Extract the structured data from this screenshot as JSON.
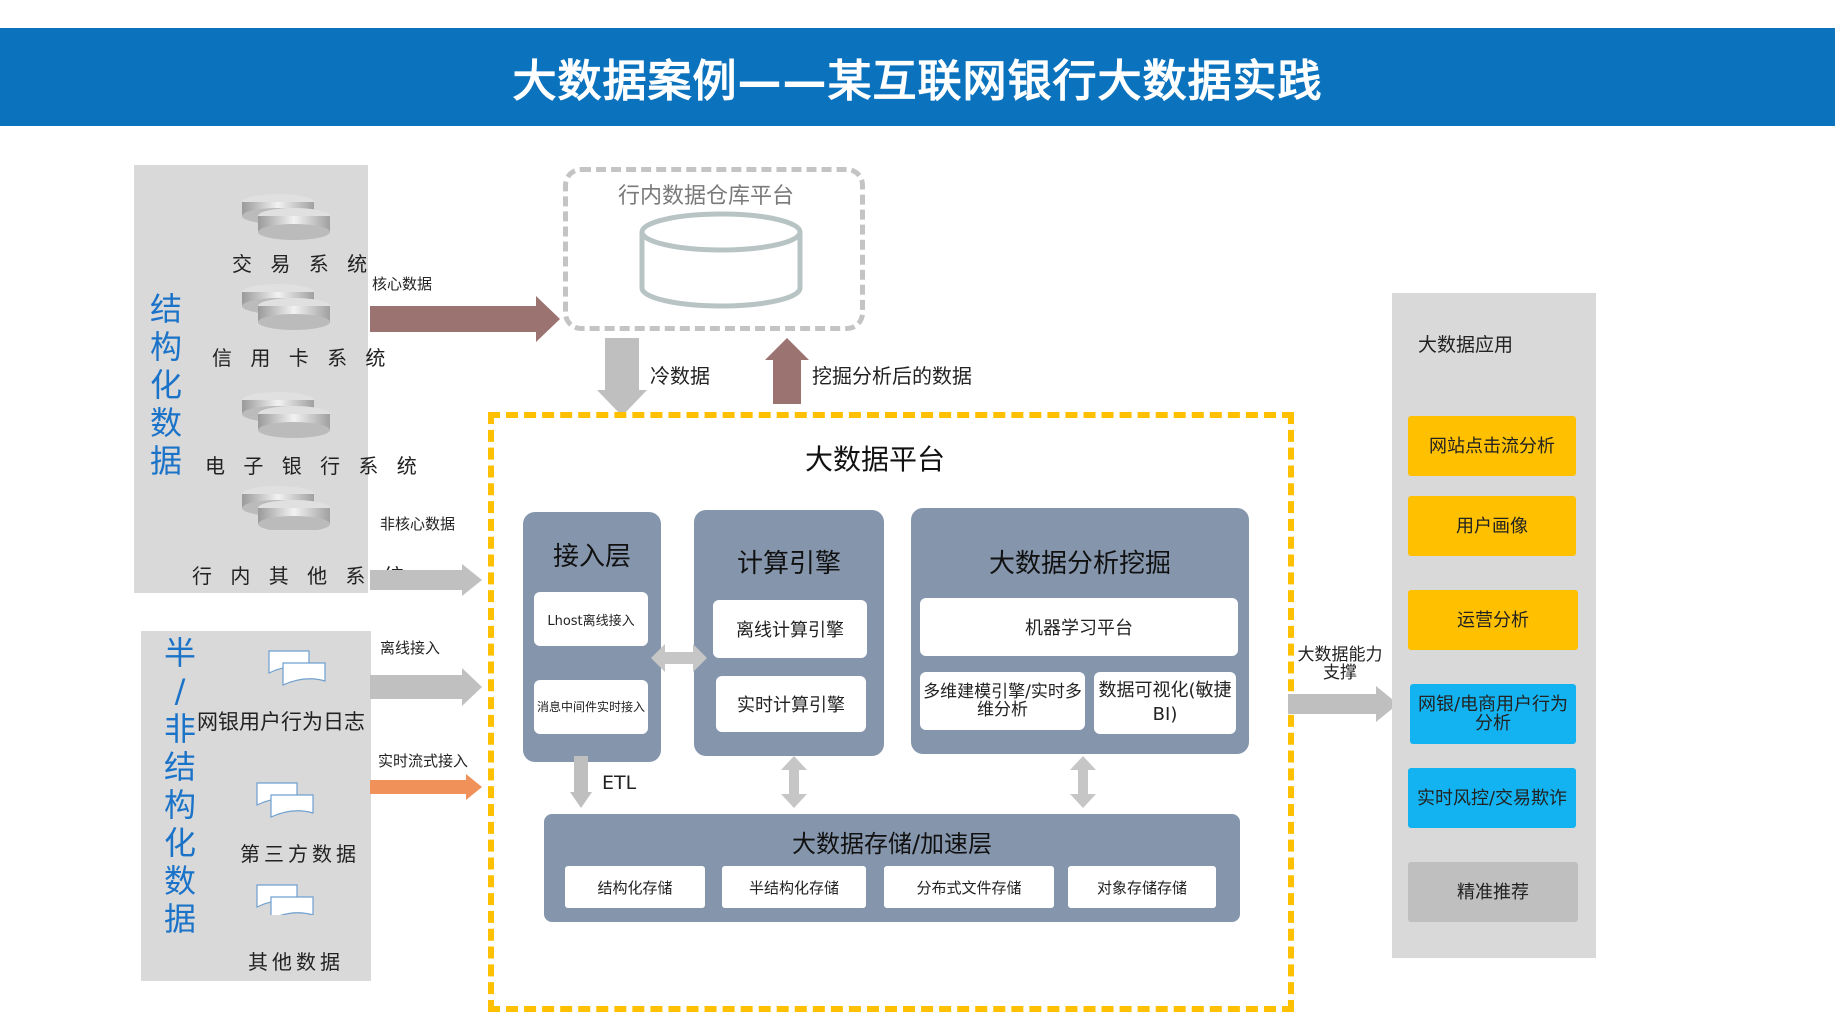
{
  "title": "大数据案例——某互联网银行大数据实践",
  "structured": {
    "label": "结构化数据",
    "systems": [
      "交 易 系 统",
      "信 用 卡 系 统",
      "电 子 银 行 系 统",
      "行 内 其 他 系 统"
    ]
  },
  "unstructured": {
    "label": "半/非结构化数据",
    "sources": [
      "网银用户行为日志",
      "第三方数据",
      "其他数据"
    ]
  },
  "arrows": {
    "core_data": "核心数据",
    "non_core_data": "非核心数据",
    "offline_ingest": "离线接入",
    "realtime_ingest": "实时流式接入",
    "cold_data": "冷数据",
    "mined_data": "挖掘分析后的数据",
    "etl": "ETL",
    "capability": "大数据能力支撑"
  },
  "warehouse": {
    "title": "行内数据仓库平台"
  },
  "platform": {
    "title": "大数据平台",
    "access": {
      "title": "接入层",
      "items": [
        "Lhost离线接入",
        "消息中间件实时接入"
      ]
    },
    "compute": {
      "title": "计算引擎",
      "items": [
        "离线计算引擎",
        "实时计算引擎"
      ]
    },
    "analysis": {
      "title": "大数据分析挖掘",
      "ml": "机器学习平台",
      "olap": "多维建模引擎/实时多维分析",
      "bi": "数据可视化(敏捷BI)"
    },
    "storage": {
      "title": "大数据存储/加速层",
      "items": [
        "结构化存储",
        "半结构化存储",
        "分布式文件存储",
        "对象存储存储"
      ]
    }
  },
  "apps": {
    "title": "大数据应用",
    "items": [
      {
        "label": "网站点击流分析",
        "color": "#ffc000"
      },
      {
        "label": "用户画像",
        "color": "#ffc000"
      },
      {
        "label": "运营分析",
        "color": "#ffc000"
      },
      {
        "label": "网银/电商用户行为分析",
        "color": "#12b3f0"
      },
      {
        "label": "实时风控/交易欺诈",
        "color": "#12b3f0"
      },
      {
        "label": "精准推荐",
        "color": "#bfbfbf"
      }
    ]
  },
  "colors": {
    "title_bar": "#0b72be",
    "core_arrow": "#9b7370",
    "gray_arrow": "#c0c0c0",
    "realtime_arrow": "#f0915a",
    "platform_border": "#ffc000",
    "module_bg": "#8495ac",
    "structured_text": "#1a73c8"
  }
}
